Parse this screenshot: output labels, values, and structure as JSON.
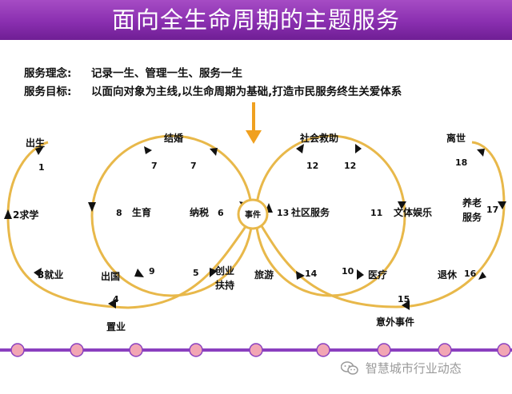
{
  "header": {
    "title": "面向全生命周期的主题服务"
  },
  "statements": [
    {
      "label": "服务理念:",
      "text": "记录一生、管理一生、服务一生"
    },
    {
      "label": "服务目标:",
      "text": "以面向对象为主线,以生命周期为基础,打造市民服务终生关爱体系"
    }
  ],
  "center": {
    "label": "事件"
  },
  "nodes": [
    {
      "text": "出生"
    },
    {
      "text": "2求学"
    },
    {
      "text": "3就业"
    },
    {
      "text": "4"
    },
    {
      "text": "置业"
    },
    {
      "text": "出国"
    },
    {
      "text": "9"
    },
    {
      "text": "8"
    },
    {
      "text": "生育"
    },
    {
      "text": "7"
    },
    {
      "text": "结婚"
    },
    {
      "text": "7"
    },
    {
      "text": "纳税"
    },
    {
      "text": "6"
    },
    {
      "text": "5"
    },
    {
      "text": "创业"
    },
    {
      "text": "扶持"
    },
    {
      "text": "社会救助"
    },
    {
      "text": "12"
    },
    {
      "text": "12"
    },
    {
      "text": "13"
    },
    {
      "text": "社区服务"
    },
    {
      "text": "11"
    },
    {
      "text": "文体娱乐"
    },
    {
      "text": "旅游"
    },
    {
      "text": "14"
    },
    {
      "text": "10"
    },
    {
      "text": "医疗"
    },
    {
      "text": "离世"
    },
    {
      "text": "18"
    },
    {
      "text": "养老"
    },
    {
      "text": "服务"
    },
    {
      "text": "17"
    },
    {
      "text": "退休"
    },
    {
      "text": "16"
    },
    {
      "text": "15"
    },
    {
      "text": "意外事件"
    },
    {
      "text": "1"
    }
  ],
  "watermark": {
    "text": "智慧城市行业动态",
    "icon": "wechat-icon"
  },
  "colors": {
    "banner": "#8a2fb0",
    "loop": "#e8b84a",
    "arrow": "#f0a020",
    "timeline": "#8a3fbf",
    "dot": "#f2a6b4"
  }
}
